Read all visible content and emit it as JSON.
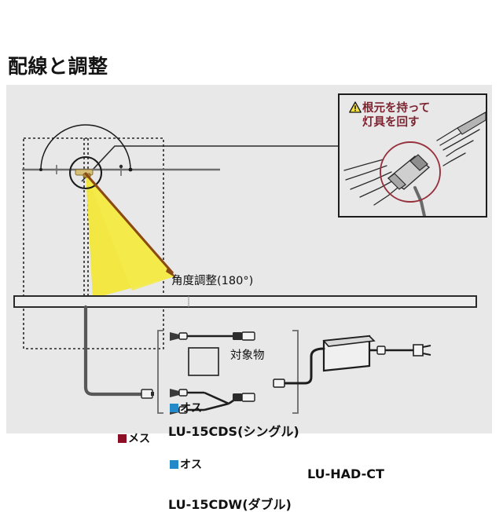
{
  "page": {
    "title": "配線と調整",
    "background_color": "#ffffff",
    "panel_color": "#e8e8e8"
  },
  "diagram": {
    "angle_label": "角度調整(180°)",
    "target_label": "対象物",
    "beam_color": "#f2e73a",
    "arrow_color": "#8a4a12",
    "arc_color": "#1a1a1a",
    "cable_color": "#555555",
    "shelf_color": "#777777"
  },
  "connectors": {
    "female": {
      "label": "メス",
      "swatch_color": "#8c0f26",
      "icon": "square-swatch-icon"
    },
    "male_single": {
      "label": "オス",
      "swatch_color": "#2389c8",
      "icon": "square-swatch-icon"
    },
    "male_double": {
      "label": "オス",
      "swatch_color": "#2389c8",
      "icon": "square-swatch-icon"
    }
  },
  "parts": {
    "single_cable": "LU-15CDS(シングル)",
    "double_cable": "LU-15CDW(ダブル)",
    "adapter": "LU-HAD-CT"
  },
  "warning_inset": {
    "icon": "warning-triangle-icon",
    "line1": "根元を持って",
    "line2": "灯具を回す",
    "text_color": "#7d2430",
    "triangle_fill": "#f5df3a",
    "highlight_circle_color": "#96303c"
  }
}
